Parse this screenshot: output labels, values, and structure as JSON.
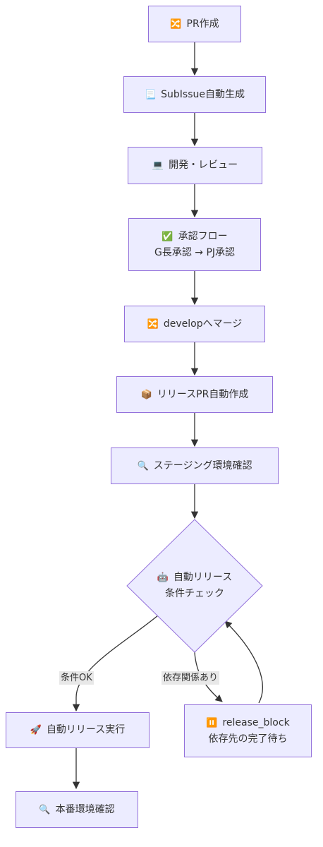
{
  "nodes": {
    "pr_create": {
      "icon": "🔀",
      "label": "PR作成"
    },
    "subissue": {
      "icon": "📃",
      "label": "SubIssue自動生成"
    },
    "dev_review": {
      "icon": "💻",
      "label": "開発・レビュー"
    },
    "approval": {
      "icon": "✅",
      "label": "承認フロー",
      "line2": "G長承認 → PJ承認"
    },
    "merge_develop": {
      "icon": "🔀",
      "label": "developへマージ"
    },
    "release_pr": {
      "icon": "📦",
      "label": "リリースPR自動作成"
    },
    "staging_check": {
      "icon": "🔍",
      "label": "ステージング環境確認"
    },
    "auto_release_check": {
      "icon": "🤖",
      "label": "自動リリース",
      "line2": "条件チェック"
    },
    "auto_release_run": {
      "icon": "🚀",
      "label": "自動リリース実行"
    },
    "release_block": {
      "icon": "⏸️",
      "label": "release_block",
      "line2": "依存先の完了待ち"
    },
    "prod_check": {
      "icon": "🔍",
      "label": "本番環境確認"
    }
  },
  "edges": {
    "ok_label": "条件OK",
    "dependency_label": "依存関係あり"
  },
  "colors": {
    "node_fill": "#ececff",
    "node_border": "#9370db",
    "edge": "#333333",
    "edge_label_bg": "#e8e8e8"
  }
}
